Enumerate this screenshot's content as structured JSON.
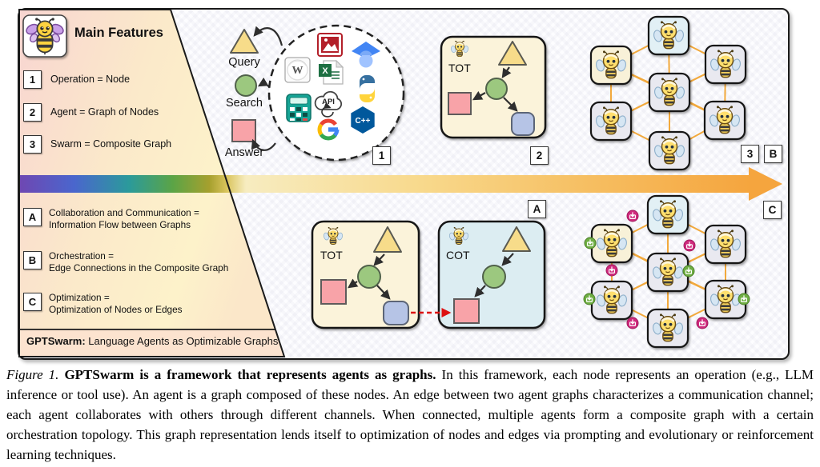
{
  "main_features": {
    "title": "Main Features",
    "numbered_items": [
      {
        "marker": "1",
        "label": "Operation = Node"
      },
      {
        "marker": "2",
        "label": "Agent = Graph of Nodes"
      },
      {
        "marker": "3",
        "label": "Swarm = Composite Graph"
      }
    ],
    "lettered_items": [
      {
        "marker": "A",
        "line1": "Collaboration and Communication =",
        "line2": "Information Flow between Graphs"
      },
      {
        "marker": "B",
        "line1": "Orchestration =",
        "line2": "Edge Connections in the Composite Graph"
      },
      {
        "marker": "C",
        "line1": "Optimization =",
        "line2": "Optimization of Nodes or Edges"
      }
    ],
    "footer": {
      "bold": "GPTSwarm:",
      "rest": " Language Agents as Optimizable Graphs"
    }
  },
  "diagram": {
    "node_labels": {
      "query": "Query",
      "search": "Search",
      "answer": "Answer"
    },
    "agent_labels": {
      "tot_top": "TOT",
      "tot_bottom": "TOT",
      "cot": "COT"
    },
    "step_markers": {
      "s1": "1",
      "s2": "2",
      "s3": "3",
      "a": "A",
      "b": "B",
      "c": "C"
    },
    "tool_icon_labels": {
      "api": "API",
      "cpp": "C++",
      "wikipedia": "W",
      "excel": "X"
    },
    "tool_icons": [
      "image-icon",
      "google-scholar-icon",
      "wikipedia-icon",
      "excel-icon",
      "python-icon",
      "calculator-icon",
      "api-icon",
      "google-icon",
      "cpp-icon"
    ]
  },
  "caption": {
    "figure_label": "Figure 1.",
    "bold_lead": "GPTSwarm is a framework that represents agents as graphs.",
    "body": "In this framework, each node represents an operation (e.g., LLM inference or tool use). An agent is a graph composed of these nodes. An edge between two agent graphs characterizes a communication channel; each agent collaborates with others through different channels. When connected, multiple agents form a composite graph with a certain orchestration topology. This graph representation lends itself to optimization of nodes and edges via prompting and evolutionary or reinforcement learning techniques."
  },
  "colors": {
    "swarm_edge_orange": "#f2a93c",
    "badge_pink": "#cf2a7d",
    "badge_green": "#6fae43",
    "band_rainbow": [
      "#6f47b2",
      "#4a66cd",
      "#2b9a9b",
      "#5ba446",
      "#a6a02e"
    ],
    "band_orange_end": "#f5a53e",
    "node_triangle": "#f7dc8a",
    "node_circle": "#9cc87f",
    "node_square_pink": "#f8a3a8",
    "node_square_blue": "#b6c4e6"
  }
}
